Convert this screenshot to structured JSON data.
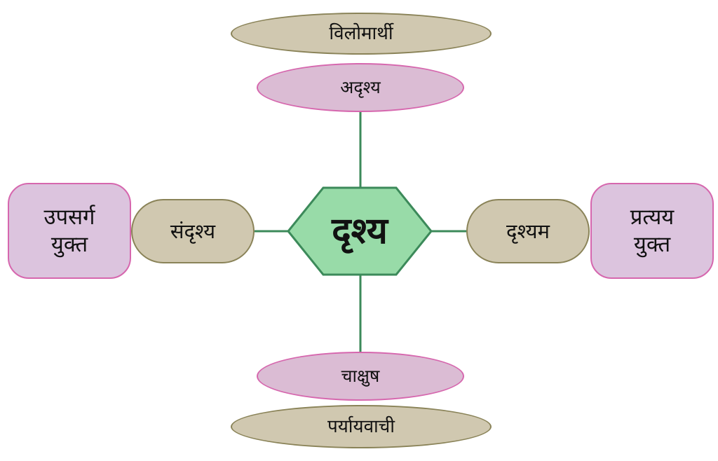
{
  "center": {
    "label": "दृश्य"
  },
  "top": {
    "outer": "विलोमार्थी",
    "inner": "अदृश्य"
  },
  "bottom": {
    "outer": "पर्यायवाची",
    "inner": "चाक्षुष"
  },
  "left": {
    "outer": [
      "उपसर्ग",
      "युक्त"
    ],
    "inner": "संदृश्य"
  },
  "right": {
    "outer": [
      "प्रत्यय",
      "युक्त"
    ],
    "inner": "दृश्यम"
  },
  "colors": {
    "center_fill": "#98dba8",
    "center_stroke": "#3c8a5a",
    "connector": "#3c8a5a",
    "gray_fill": "#d0c8b0",
    "gray_stroke": "#8a8358",
    "pink_fill": "#dbbcd4",
    "pink_stroke": "#d667ae"
  }
}
